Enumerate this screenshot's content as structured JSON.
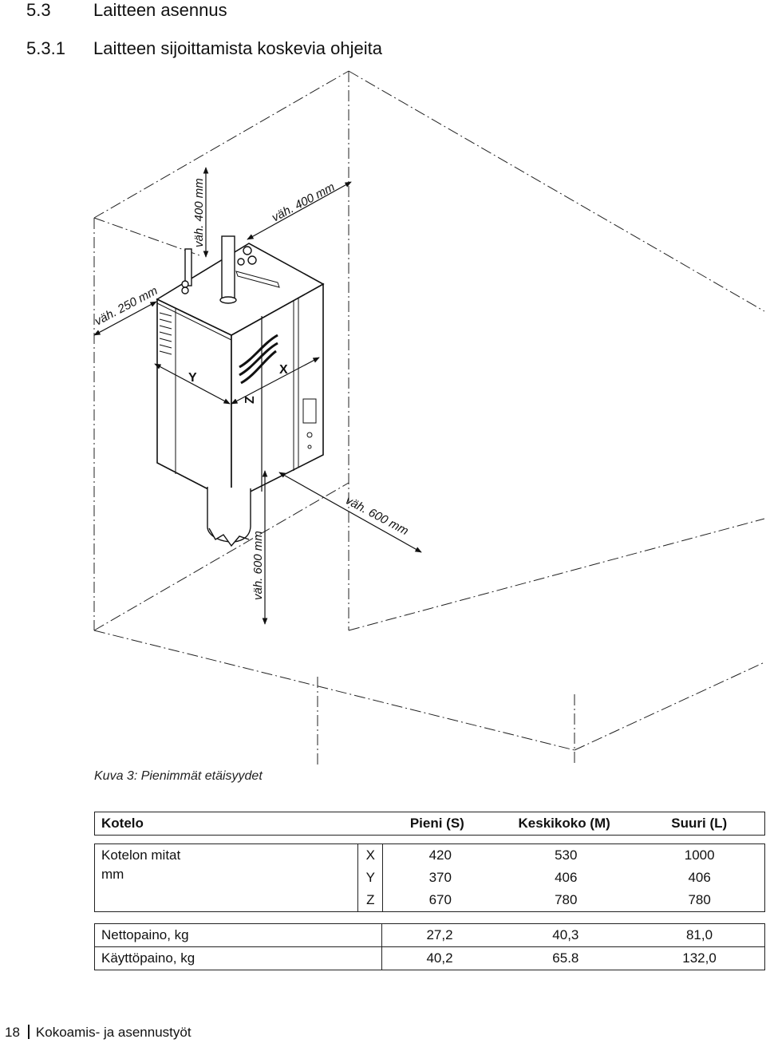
{
  "heading1": {
    "number": "5.3",
    "title": "Laitteen asennus"
  },
  "heading2": {
    "number": "5.3.1",
    "title": "Laitteen sijoittamista koskevia ohjeita"
  },
  "figure": {
    "dim_top": "väh. 400 mm",
    "dim_back": "väh. 400 mm",
    "dim_left": "väh. 250 mm",
    "dim_bottom": "väh. 600 mm",
    "dim_front": "väh. 600 mm",
    "axis_x": "X",
    "axis_y": "Y",
    "axis_z": "Z"
  },
  "caption": "Kuva 3: Pienimmät etäisyydet",
  "table": {
    "header": [
      "Kotelo",
      "Pieni (S)",
      "Keskikoko (M)",
      "Suuri (L)"
    ],
    "dims_label_line1": "Kotelon mitat",
    "dims_label_line2": "mm",
    "dims_rows": [
      {
        "axis": "X",
        "s": "420",
        "m": "530",
        "l": "1000"
      },
      {
        "axis": "Y",
        "s": "370",
        "m": "406",
        "l": "406"
      },
      {
        "axis": "Z",
        "s": "670",
        "m": "780",
        "l": "780"
      }
    ],
    "weight_rows": [
      {
        "label": "Nettopaino, kg",
        "s": "27,2",
        "m": "40,3",
        "l": "81,0"
      },
      {
        "label": "Käyttöpaino, kg",
        "s": "40,2",
        "m": "65.8",
        "l": "132,0"
      }
    ]
  },
  "footer": {
    "page": "18",
    "section": "Kokoamis- ja asennustyöt"
  }
}
